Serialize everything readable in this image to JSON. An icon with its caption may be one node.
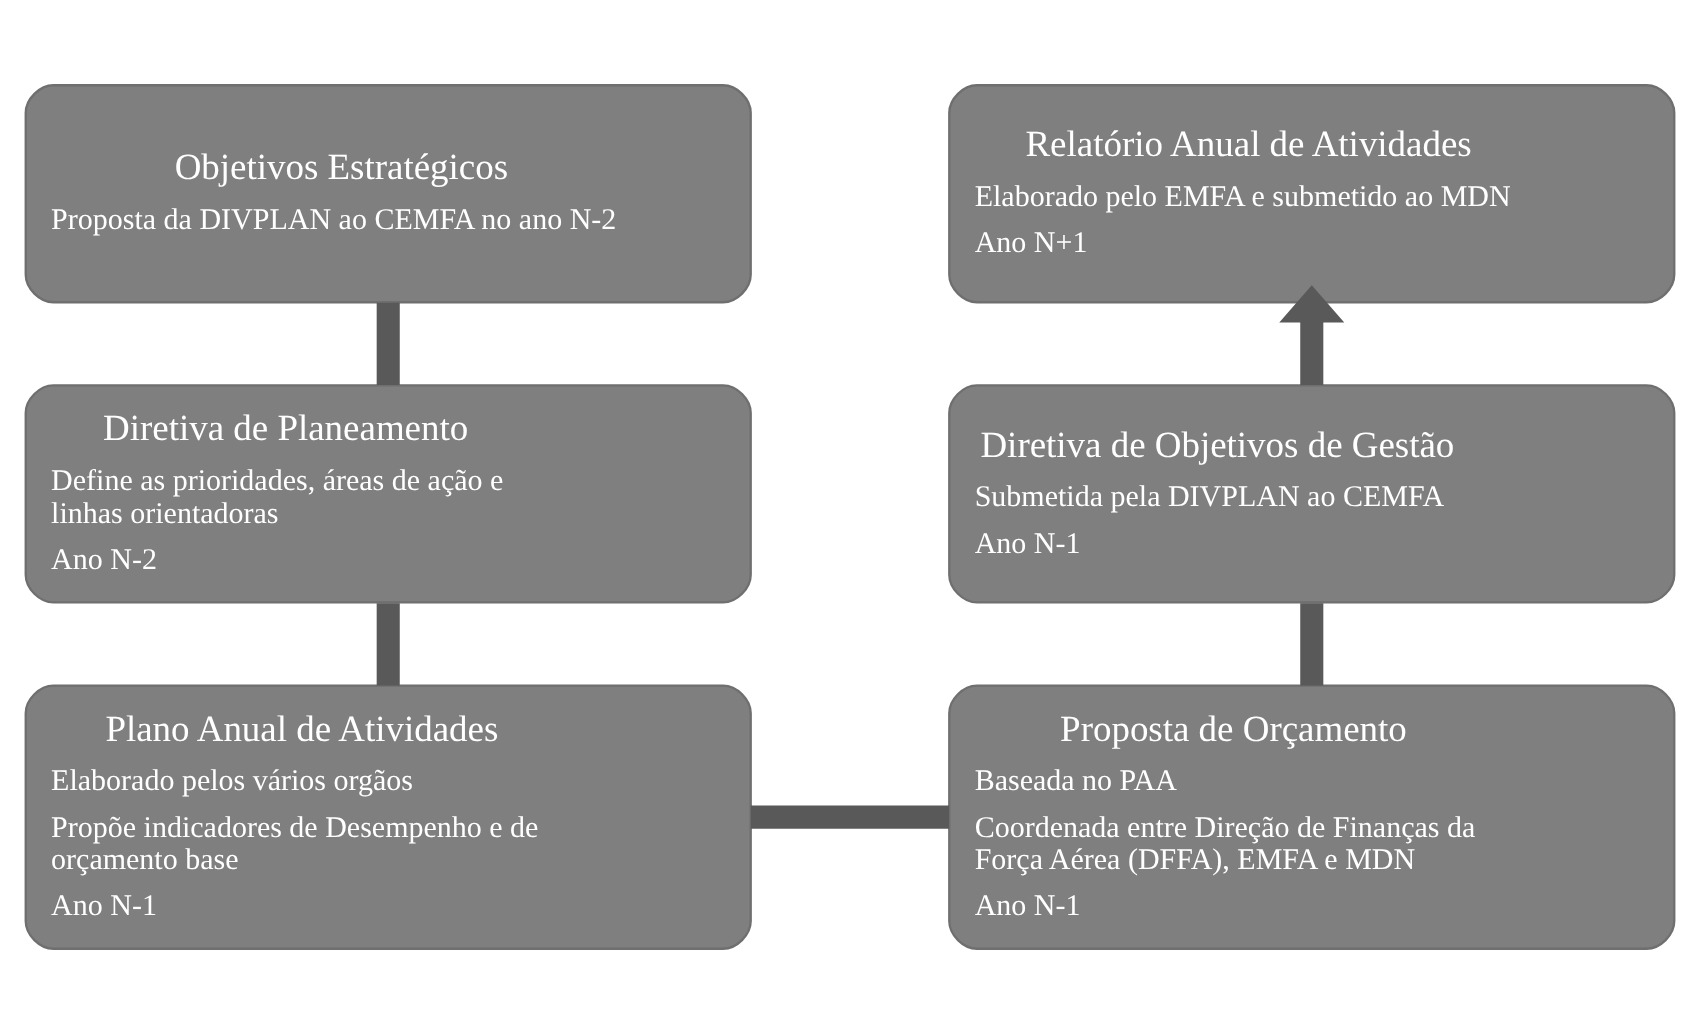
{
  "diagram": {
    "nodes": [
      {
        "text": [
          "Objetivos Estratégicos",
          "Proposta da DIVPLAN ao CEMFA no ano N-2"
        ]
      },
      {
        "text": [
          "Diretiva de Planeamento",
          "Define as prioridades, áreas de ação e linhas orientadoras",
          "Ano N-2"
        ]
      },
      {
        "text": [
          "Plano Anual de Atividades",
          "Elaborado pelos vários orgãos",
          "Propõe indicadores de Desempenho e de orçamento base",
          "Ano N-1"
        ]
      },
      {
        "text": [
          "Proposta de Orçamento",
          "Baseada no PAA",
          "Coordenada entre Direção de Finanças da Força Aérea (DFFA), EMFA e MDN",
          "Ano N-1"
        ]
      },
      {
        "text": [
          "Diretiva de Objetivos de Gestão",
          "Submetida pela DIVPLAN ao CEMFA",
          "Ano N-1"
        ]
      },
      {
        "text": [
          "Relatório Anual de Atividades",
          "Elaborado pelo EMFA e submetido ao MDN",
          "Ano N+1"
        ]
      }
    ],
    "edges": [
      {
        "from": 0,
        "to": 1,
        "arrow": "none"
      },
      {
        "from": 1,
        "to": 2,
        "arrow": "none"
      },
      {
        "from": 2,
        "to": 3,
        "arrow": "none"
      },
      {
        "from": 3,
        "to": 4,
        "arrow": "none"
      },
      {
        "from": 4,
        "to": 5,
        "arrow": "to"
      }
    ]
  }
}
